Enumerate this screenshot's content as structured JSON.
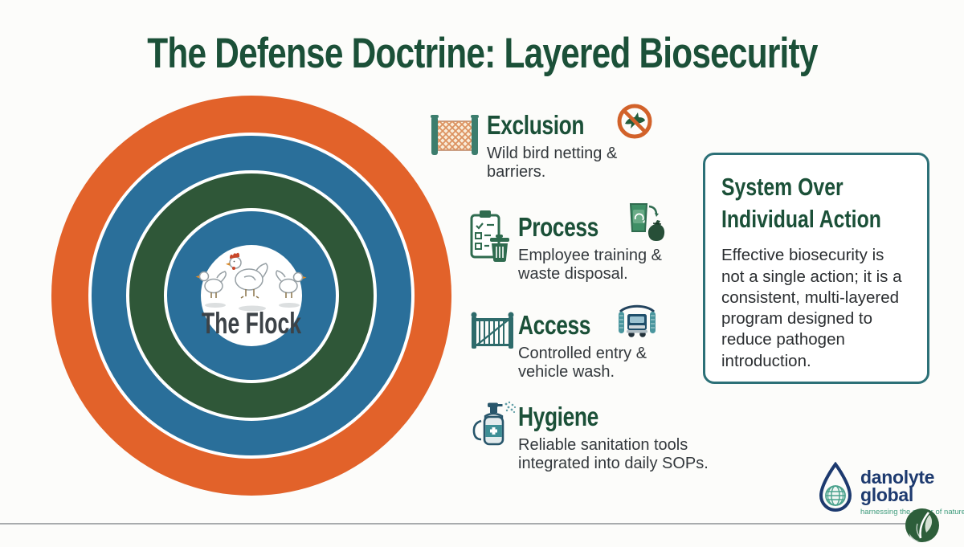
{
  "title": "The Defense Doctrine: Layered Biosecurity",
  "colors": {
    "title_green": "#1b5038",
    "ring_orange": "#e2622a",
    "ring_blue": "#2a6f9a",
    "ring_green": "#2f5738",
    "callout_border_teal": "#2c7077",
    "logo_navy": "#1d3a6f",
    "logo_teal": "#3e9b7c",
    "body_text": "#33383c"
  },
  "diagram": {
    "center_label": "The Flock",
    "center_icon": "chickens-icon",
    "rings": [
      {
        "order": 1,
        "color": "#e2622a"
      },
      {
        "order": 2,
        "color": "#2a6f9a"
      },
      {
        "order": 3,
        "color": "#2f5738"
      },
      {
        "order": 4,
        "color": "#2a6f9a"
      }
    ]
  },
  "layers": [
    {
      "title": "Exclusion",
      "icon": "fence-netting-icon",
      "badge_icon": "no-wild-birds-icon",
      "description_lines": [
        "Wild bird netting &",
        "barriers."
      ]
    },
    {
      "title": "Process",
      "icon": "checklist-trash-icon",
      "badge_icon": "waste-bin-bag-icon",
      "description_lines": [
        "Employee training &",
        "waste disposal."
      ]
    },
    {
      "title": "Access",
      "icon": "gate-icon",
      "badge_icon": "vehicle-wash-icon",
      "description_lines": [
        "Controlled entry &",
        "vehicle wash."
      ]
    },
    {
      "title": "Hygiene",
      "icon": "sanitizer-spray-icon",
      "badge_icon": null,
      "description_lines": [
        "Reliable sanitation tools",
        "integrated into daily SOPs."
      ]
    }
  ],
  "callout": {
    "title_lines": [
      "System Over",
      "Individual Action"
    ],
    "body_lines": [
      "Effective biosecurity is",
      "not a single action; it is a",
      "consistent, multi-layered",
      "program designed to",
      "reduce pathogen",
      "introduction."
    ]
  },
  "logo": {
    "name_line1": "danolyte",
    "name_line2": "global",
    "tagline": "harnessing the power of nature",
    "icon": "drop-globe-icon"
  }
}
